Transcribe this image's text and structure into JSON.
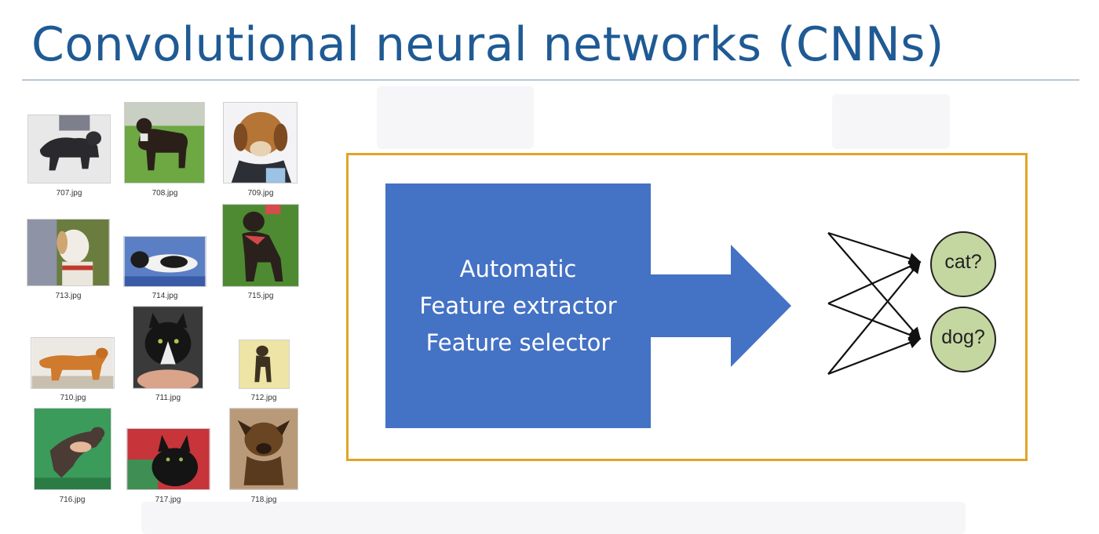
{
  "slide": {
    "title": "Convolutional neural networks (CNNs)"
  },
  "gallery": {
    "images": [
      {
        "file": "707.jpg",
        "subject": "dog"
      },
      {
        "file": "708.jpg",
        "subject": "dog"
      },
      {
        "file": "709.jpg",
        "subject": "dog"
      },
      {
        "file": "713.jpg",
        "subject": "dog"
      },
      {
        "file": "714.jpg",
        "subject": "cat"
      },
      {
        "file": "715.jpg",
        "subject": "dog"
      },
      {
        "file": "710.jpg",
        "subject": "dog"
      },
      {
        "file": "711.jpg",
        "subject": "cat"
      },
      {
        "file": "712.jpg",
        "subject": "dog"
      },
      {
        "file": "716.jpg",
        "subject": "cat"
      },
      {
        "file": "717.jpg",
        "subject": "cat"
      },
      {
        "file": "718.jpg",
        "subject": "dog"
      }
    ]
  },
  "diagram": {
    "extractor_lines": [
      "Automatic",
      "Feature extractor",
      "Feature selector"
    ],
    "outputs": [
      "cat?",
      "dog?"
    ],
    "colors": {
      "title": "#1f5a94",
      "frame": "#e0a526",
      "extractor": "#4472c4",
      "output_node": "#c5d7a1"
    }
  }
}
